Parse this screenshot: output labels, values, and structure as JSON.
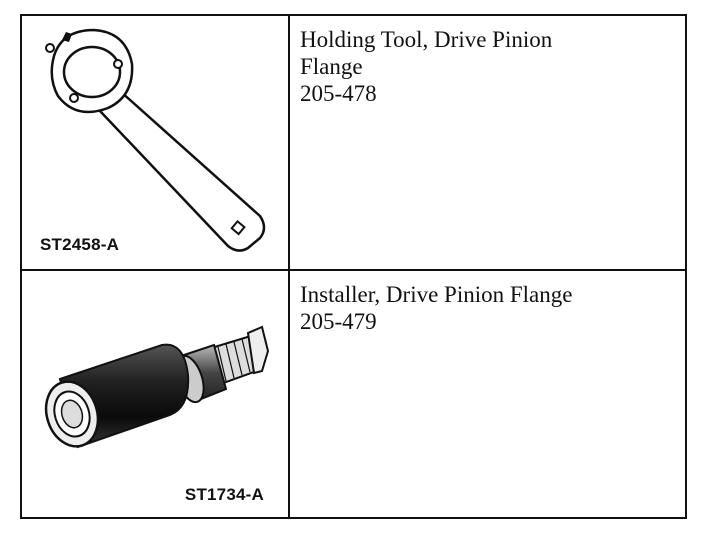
{
  "tools": [
    {
      "name_lines": [
        "Holding Tool, Drive Pinion",
        "Flange"
      ],
      "number": "205-478",
      "illustration_code": "ST2458-A",
      "illustration_icon": "holding-tool-wrench-icon"
    },
    {
      "name_lines": [
        "Installer, Drive Pinion Flange"
      ],
      "number": "205-479",
      "illustration_code": "ST1734-A",
      "illustration_icon": "installer-cylinder-icon"
    }
  ]
}
